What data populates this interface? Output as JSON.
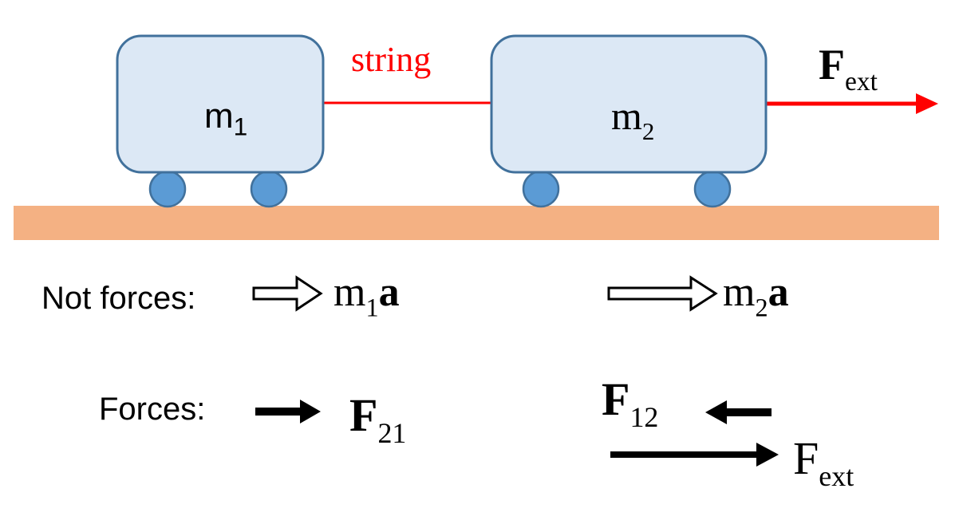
{
  "colors": {
    "cart_fill": "#dce8f5",
    "cart_stroke": "#41719c",
    "wheel_fill": "#5b9bd5",
    "ground": "#f4b183",
    "string": "#ff0000",
    "arrow": "#000000"
  },
  "carts": [
    {
      "base": "m",
      "sub": "1"
    },
    {
      "base": "m",
      "sub": "2"
    }
  ],
  "string_label": "string",
  "fext_top": {
    "base": "F",
    "sub": "ext"
  },
  "not_forces": {
    "label": "Not forces:",
    "items": [
      {
        "base": "m",
        "sub": "1",
        "vec": "a"
      },
      {
        "base": "m",
        "sub": "2",
        "vec": "a"
      }
    ]
  },
  "forces": {
    "label": "Forces:",
    "f21": {
      "base": "F",
      "sub": "21"
    },
    "f12": {
      "base": "F",
      "sub": "12"
    },
    "fext": {
      "base": "F",
      "sub": "ext"
    }
  }
}
